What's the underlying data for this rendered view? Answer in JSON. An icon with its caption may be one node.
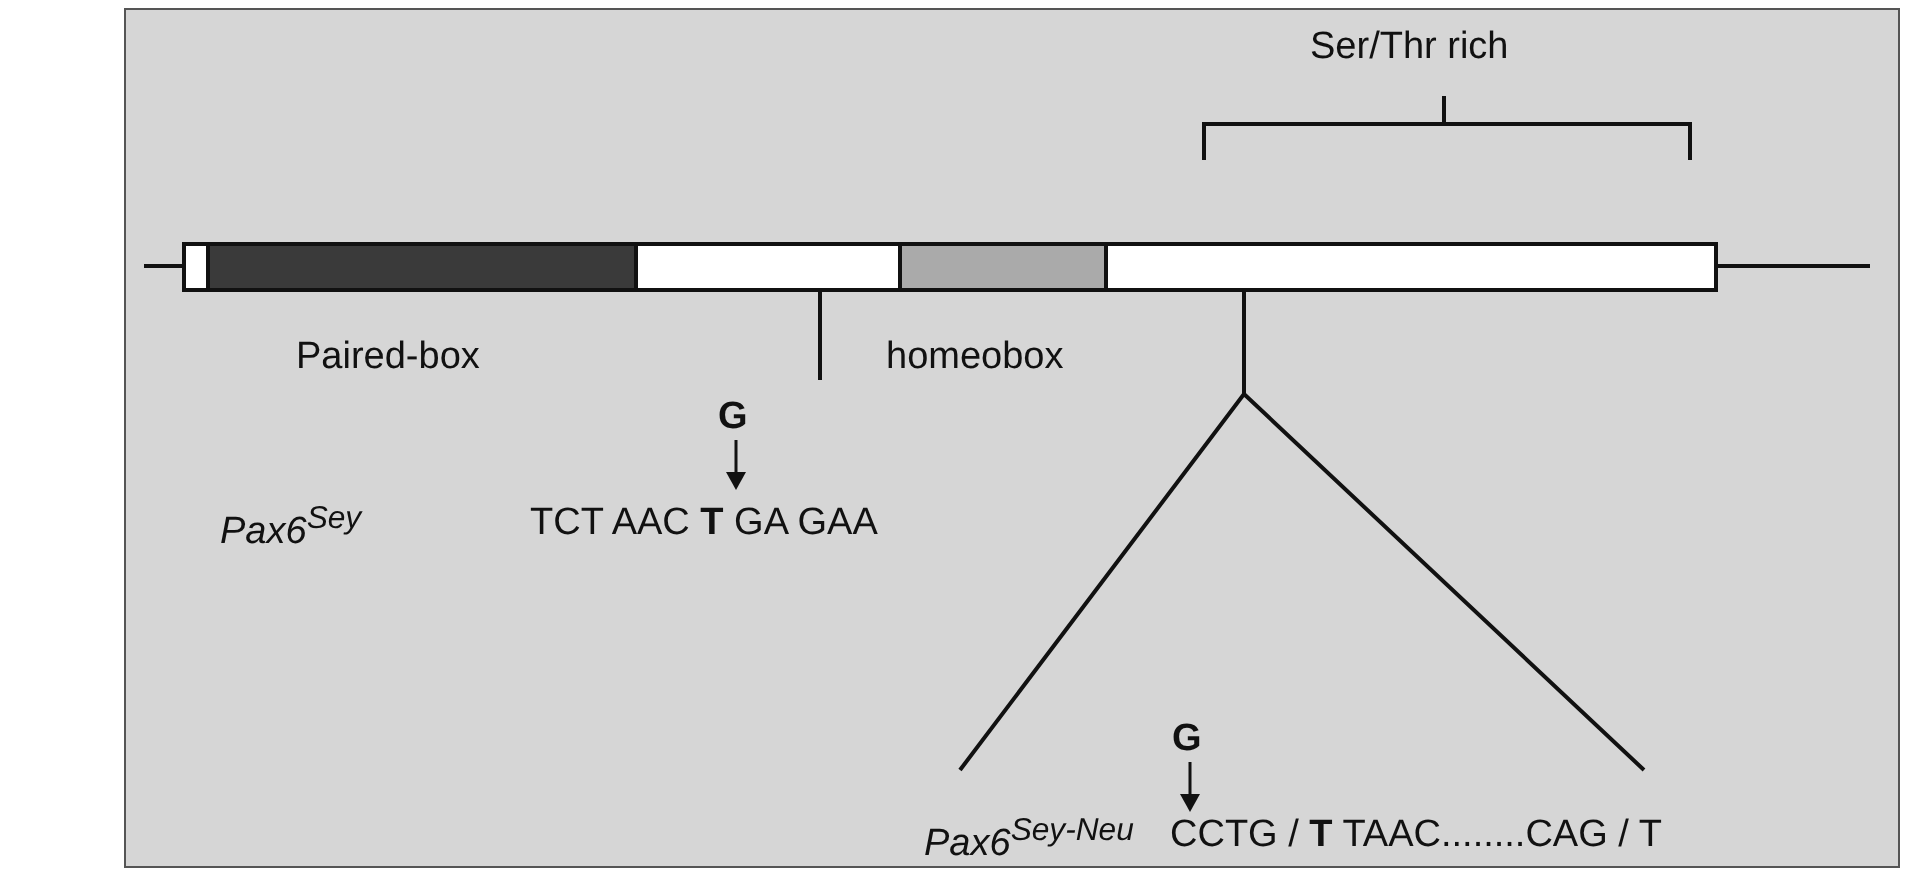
{
  "diagram": {
    "labels": [
      "Ser/Thr rich",
      "Paired-box",
      "homeobox",
      "G",
      "Pax6$^{Sey}$",
      "TCT AAC **T** GA GAA",
      "G",
      "Pax6$^{Sey-Neu}$",
      "CCTG / **T** TAAC........CAG / T"
    ]
  }
}
